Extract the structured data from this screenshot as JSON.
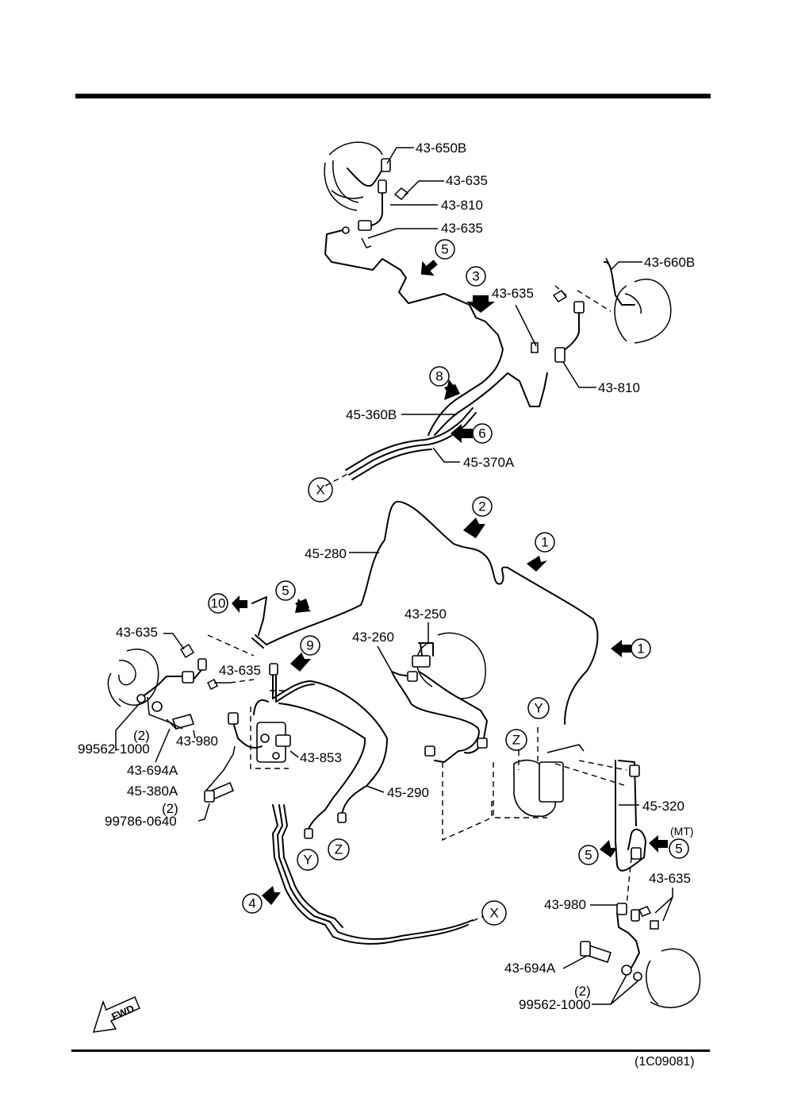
{
  "diagram_id": "(1C09081)",
  "fwd_label": "FWD",
  "part_labels": {
    "p43_650B": "43-650B",
    "p43_635_a": "43-635",
    "p43_810_a": "43-810",
    "p43_635_b": "43-635",
    "p43_660B": "43-660B",
    "p43_635_c": "43-635",
    "p43_810_b": "43-810",
    "p45_360B": "45-360B",
    "p45_370A": "45-370A",
    "p45_280": "45-280",
    "p43_635_d": "43-635",
    "p43_635_e": "43-635",
    "p43_250": "43-250",
    "p43_260": "43-260",
    "p43_980_a": "43-980",
    "p43_853": "43-853",
    "p99562_a": "99562-1000",
    "qty_a": "(2)",
    "p43_694A_a": "43-694A",
    "p45_380A": "45-380A",
    "p45_290": "45-290",
    "qty_b": "(2)",
    "p99786": "99786-0640",
    "p45_320": "45-320",
    "mt_note": "(MT)",
    "p43_635_f": "43-635",
    "p43_980_b": "43-980",
    "p43_694A_b": "43-694A",
    "qty_c": "(2)",
    "p99562_b": "99562-1000"
  },
  "callouts": {
    "c5_top": "5",
    "c3": "3",
    "c8": "8",
    "c6": "6",
    "cX_left": "X",
    "c2": "2",
    "c1_top": "1",
    "c1_right": "1",
    "c10": "10",
    "c5_mid": "5",
    "c9": "9",
    "cY_mid": "Y",
    "cZ_mid": "Z",
    "cY_low": "Y",
    "cZ_low": "Z",
    "c4": "4",
    "cX_bottom": "X",
    "c5_low_left": "5",
    "c5_low_right": "5"
  }
}
